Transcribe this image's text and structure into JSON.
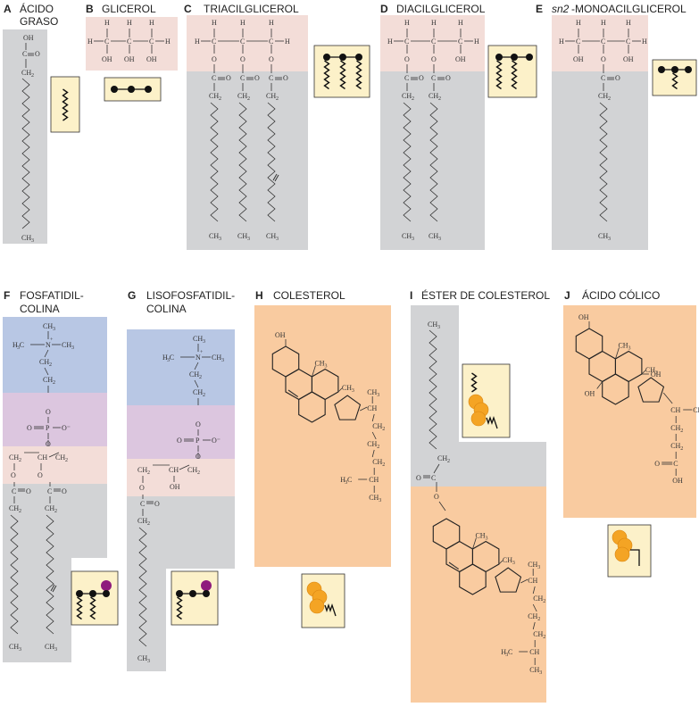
{
  "colors": {
    "fatty": "#d2d3d5",
    "glycerol": "#f3ddd8",
    "choline": "#b8c7e4",
    "phosphate": "#dcc6df",
    "sterol": "#f9cba0",
    "icon_bg": "#fcf1c9",
    "phospho_dot": "#8e1b7d",
    "steroid_ring": "#f4a424"
  },
  "panels": {
    "A": {
      "letter": "A",
      "title1": "ÁCIDO",
      "title2": "GRASO"
    },
    "B": {
      "letter": "B",
      "title1": "GLICEROL"
    },
    "C": {
      "letter": "C",
      "title1": "TRIACILGLICEROL"
    },
    "D": {
      "letter": "D",
      "title1": "DIACILGLICEROL"
    },
    "E": {
      "letter": "E",
      "title_prefix": "sn2",
      "title1": "-MONOACILGLICEROL"
    },
    "F": {
      "letter": "F",
      "title1": "FOSFATIDIL-",
      "title2": "COLINA"
    },
    "G": {
      "letter": "G",
      "title1": "LISOFOSFATIDIL-",
      "title2": "COLINA"
    },
    "H": {
      "letter": "H",
      "title1": "COLESTEROL"
    },
    "I": {
      "letter": "I",
      "title1": "ÉSTER DE COLESTEROL"
    },
    "J": {
      "letter": "J",
      "title1": "ÁCIDO CÓLICO"
    }
  },
  "chem": {
    "OH": "OH",
    "O": "O",
    "C": "C",
    "H": "H",
    "CH2": "CH",
    "CH3": "CH",
    "sub2": "2",
    "sub3": "3",
    "N": "N",
    "P": "P",
    "Ominus": "O⁻",
    "H3C": "H C",
    "CH": "CH",
    "C_eq_O": "C═O",
    "O_eq_C": "O═C"
  }
}
